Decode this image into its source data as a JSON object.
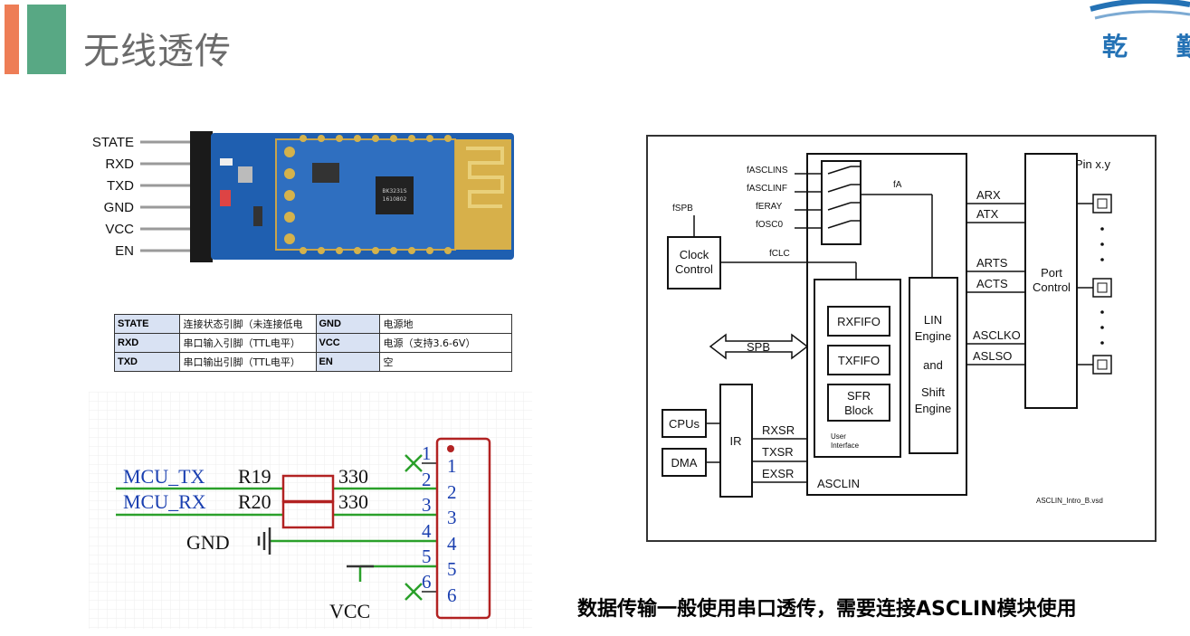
{
  "slide": {
    "title": "无线透传",
    "logo_text": "乾 勤",
    "caption": "数据传输一般使用串口透传，需要连接ASCLIN模块使用"
  },
  "module": {
    "pins": [
      "STATE",
      "RXD",
      "TXD",
      "GND",
      "VCC",
      "EN"
    ],
    "chip_marking": [
      "BK3231S",
      "1610802"
    ]
  },
  "pin_table": {
    "rows": [
      [
        {
          "name": "STATE",
          "desc": "连接状态引脚（未连接低电"
        },
        {
          "name": "GND",
          "desc": "电源地"
        }
      ],
      [
        {
          "name": "RXD",
          "desc": "串口输入引脚（TTL电平）"
        },
        {
          "name": "VCC",
          "desc": "电源（支持3.6-6V）"
        }
      ],
      [
        {
          "name": "TXD",
          "desc": "串口输出引脚（TTL电平）"
        },
        {
          "name": "EN",
          "desc": "空"
        }
      ]
    ]
  },
  "schematic": {
    "mcu_tx": "MCU_TX",
    "mcu_rx": "MCU_RX",
    "r19": "R19",
    "r20": "R20",
    "r19_value": "330",
    "r20_value": "330",
    "gnd": "GND",
    "vcc": "VCC",
    "pin_numbers": [
      "1",
      "2",
      "3",
      "4",
      "5",
      "6"
    ]
  },
  "asclin": {
    "clock_inputs": [
      "fASCLINS",
      "fASCLINF",
      "fERAY",
      "fOSC0"
    ],
    "f_spb": "fSPB",
    "f_a": "fA",
    "f_clc": "fCLC",
    "clock_control": [
      "Clock",
      "Control"
    ],
    "rxfifo": "RXFIFO",
    "txfifo": "TXFIFO",
    "sfr_block": [
      "SFR",
      "Block"
    ],
    "user_interface": [
      "User",
      "Interface"
    ],
    "lin_engine": [
      "LIN",
      "Engine",
      "and",
      "Shift",
      "Engine"
    ],
    "asclin_label": "ASCLIN",
    "spb": "SPB",
    "cpus": "CPUs",
    "dma": "DMA",
    "ir": "IR",
    "rxsr": "RXSR",
    "txsr": "TXSR",
    "exsr": "EXSR",
    "signals": [
      "ARX",
      "ATX",
      "ARTS",
      "ACTS",
      "ASCLKO",
      "ASLSO"
    ],
    "port_control": [
      "Port",
      "Control"
    ],
    "pin_label": "Pin x.y",
    "file_name": "ASCLIN_Intro_B.vsd"
  },
  "colors": {
    "accent_orange": "#ee7d56",
    "accent_green": "#58a884",
    "schematic_net": "#2aa02a",
    "resistor": "#b22222",
    "schematic_text": "#1a3fb0",
    "pcb_blue": "#1f5fb0"
  }
}
